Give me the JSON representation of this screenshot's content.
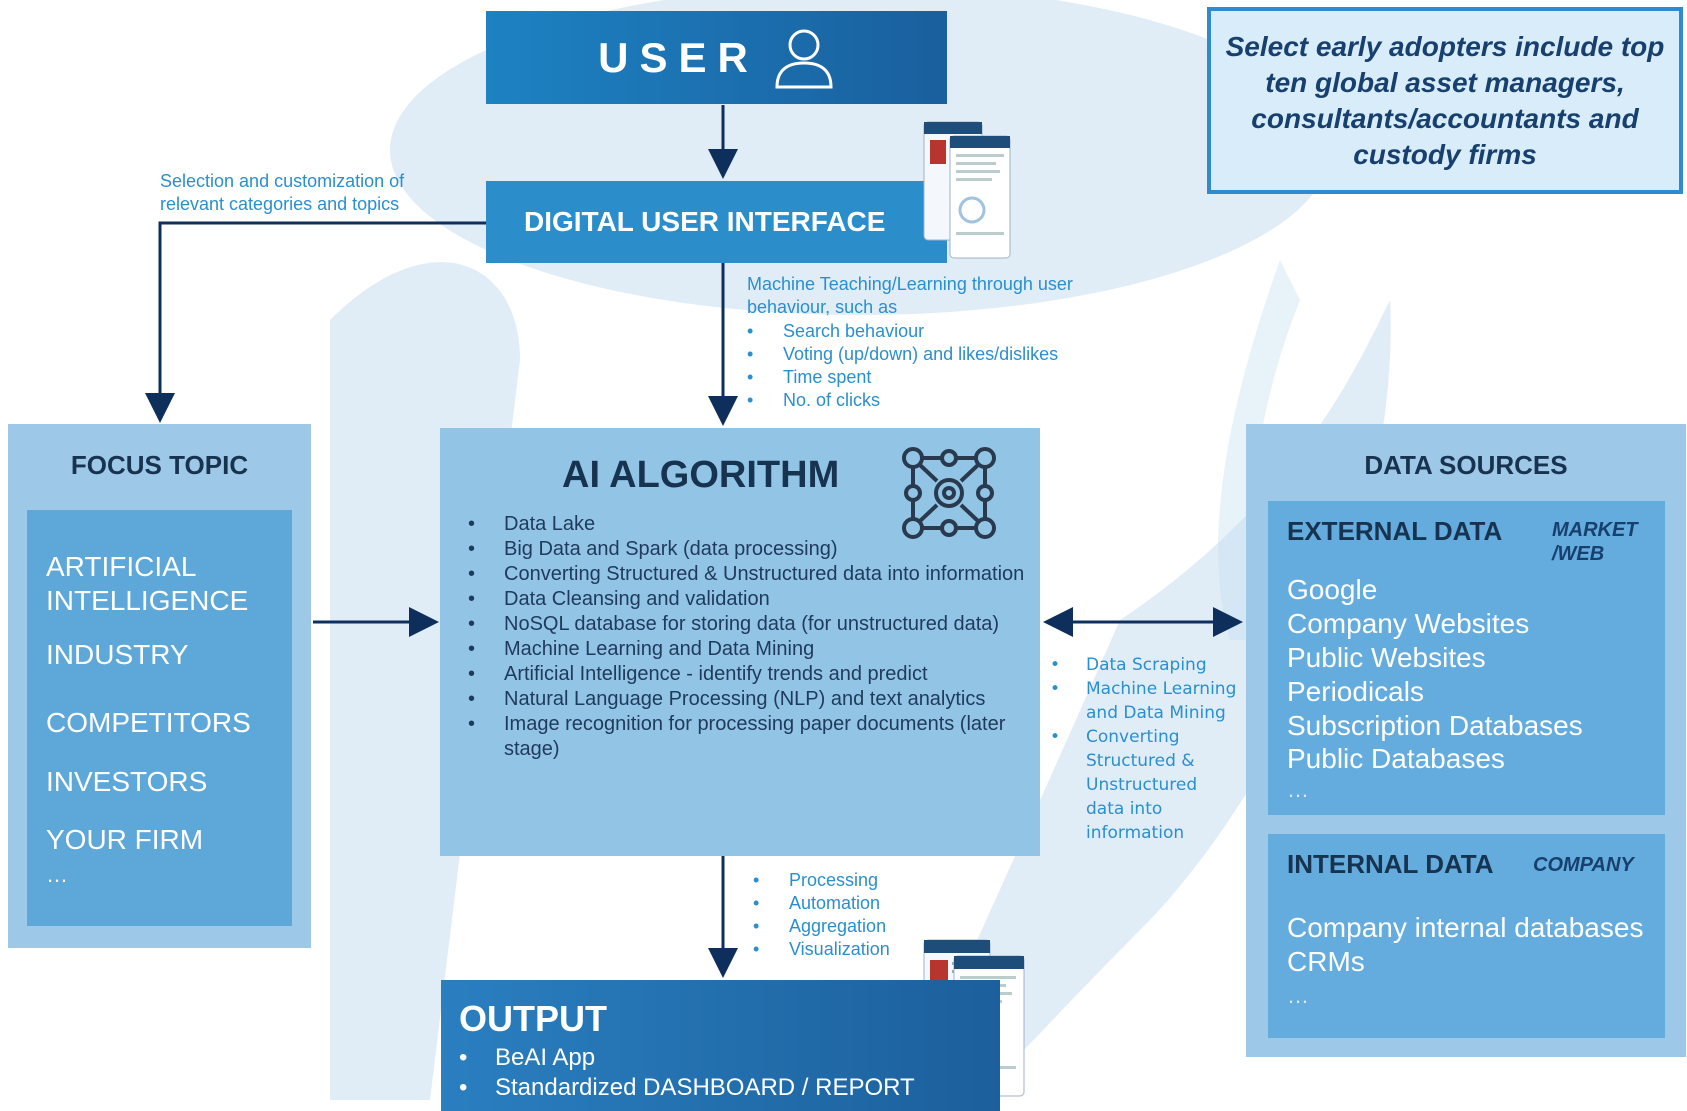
{
  "user_box": {
    "label": "USER",
    "icon": "user-icon"
  },
  "interface_box": {
    "label": "DIGITAL USER INTERFACE"
  },
  "adopters_note": {
    "text": "Select early adopters include top ten global asset managers, consultants/accountants and custody firms"
  },
  "selection_label": {
    "line1": "Selection and customization of",
    "line2": "relevant categories and topics"
  },
  "learning_note": {
    "line1": "Machine Teaching/Learning through user",
    "line2": "behaviour, such as",
    "items": [
      "Search behaviour",
      "Voting (up/down) and likes/dislikes",
      "Time spent",
      "No. of clicks"
    ]
  },
  "focus_topic": {
    "title": "FOCUS TOPIC",
    "items": [
      "ARTIFICIAL INTELLIGENCE",
      "INDUSTRY",
      "COMPETITORS",
      "INVESTORS",
      "YOUR FIRM",
      "…"
    ]
  },
  "ai_algorithm": {
    "title": "AI ALGORITHM",
    "icon": "network-gear-icon",
    "items": [
      "Data Lake",
      "Big Data and Spark (data processing)",
      "Converting Structured & Unstructured data into information",
      "Data Cleansing and validation",
      "NoSQL database for storing data (for unstructured data)",
      "Machine Learning and Data Mining",
      "Artificial Intelligence - identify trends and predict",
      "Natural Language Processing (NLP) and text analytics",
      "Image recognition for processing paper documents (later stage)"
    ]
  },
  "scraping_note": {
    "items": [
      "Data Scraping",
      "Machine Learning and Data Mining",
      "Converting Structured & Unstructured data into information"
    ]
  },
  "data_sources": {
    "title": "DATA SOURCES",
    "external": {
      "title": "EXTERNAL DATA",
      "tag_line1": "MARKET",
      "tag_line2": "/WEB",
      "items": [
        "Google",
        "Company Websites",
        "Public Websites",
        "Periodicals",
        "Subscription Databases",
        "Public Databases",
        "…"
      ]
    },
    "internal": {
      "title": "INTERNAL DATA",
      "tag": "COMPANY",
      "items": [
        "Company internal databases",
        "CRMs",
        "…"
      ]
    }
  },
  "processing_note": {
    "items": [
      "Processing",
      "Automation",
      "Aggregation",
      "Visualization"
    ]
  },
  "output": {
    "title": "OUTPUT",
    "items": [
      "BeAI App",
      "Standardized DASHBOARD / REPORT"
    ]
  },
  "colors": {
    "arrow": "#0e2f5c",
    "accent": "#2a8fcf",
    "panel": "#9ec8e7",
    "inner": "#63acdd"
  }
}
